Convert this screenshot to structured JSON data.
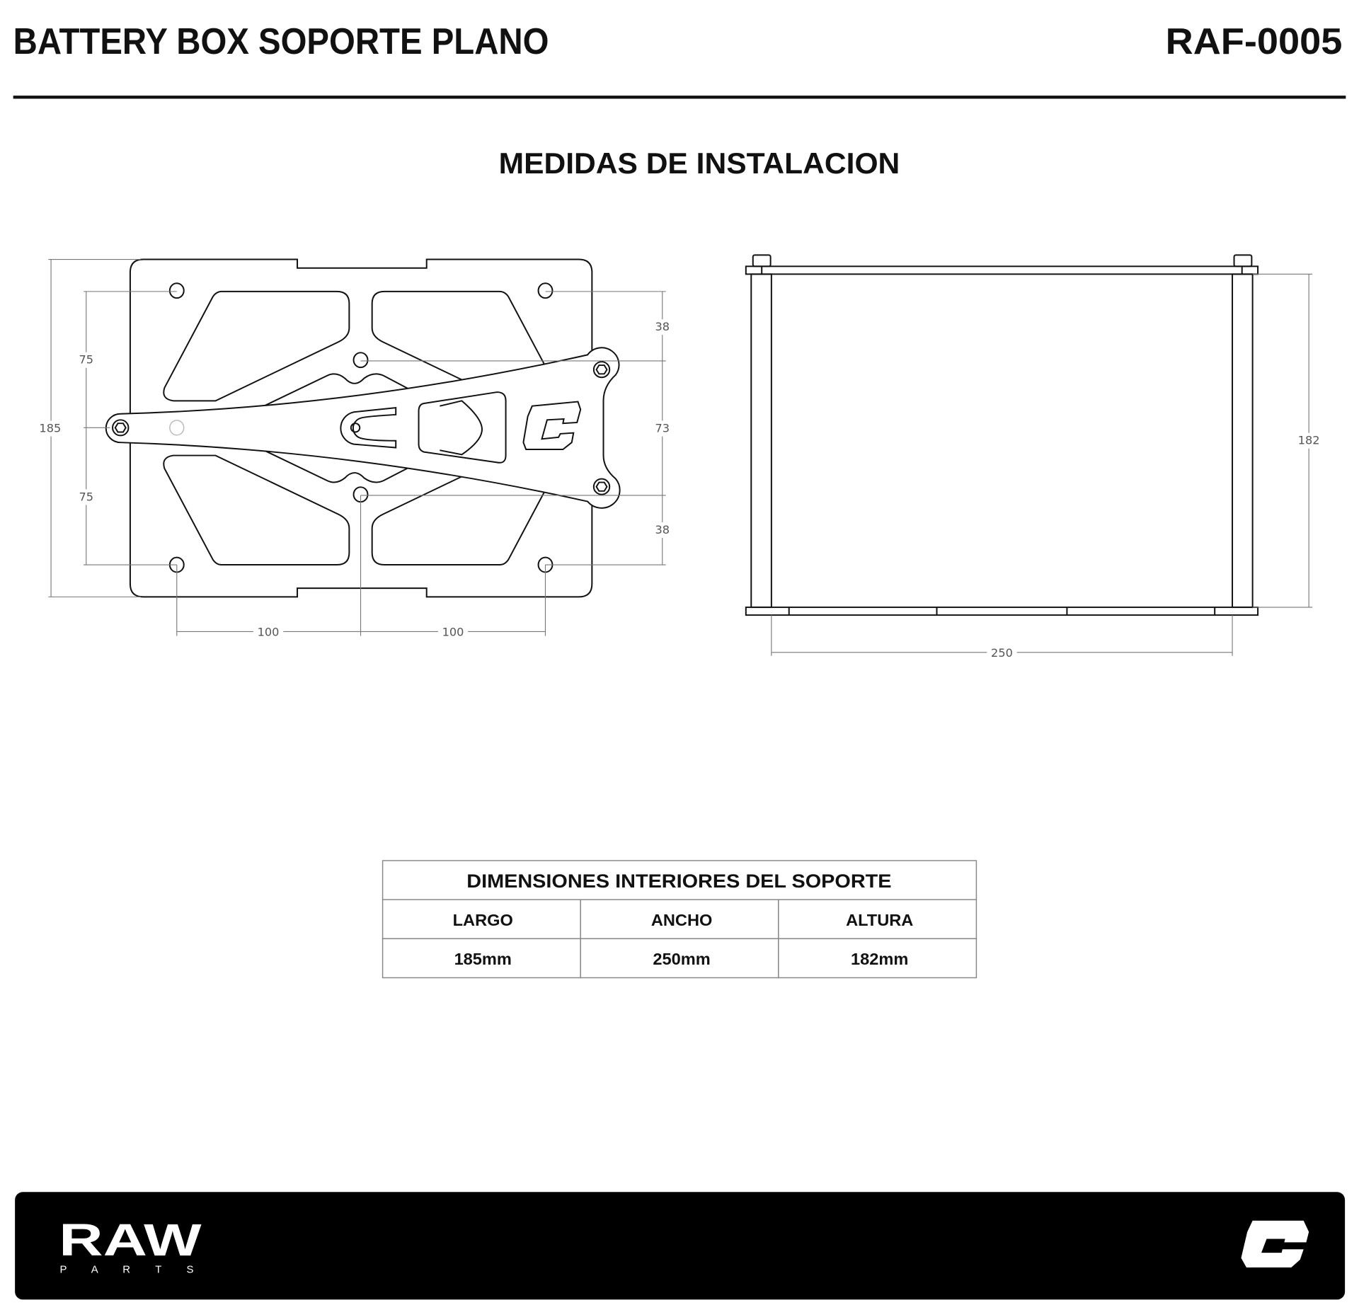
{
  "header": {
    "title": "BATTERY BOX SOPORTE PLANO",
    "code": "RAF-0005"
  },
  "section_title": "MEDIDAS DE INSTALACION",
  "top_view": {
    "dims": {
      "height": "185",
      "left_upper": "75",
      "left_lower": "75",
      "right_upper": "38",
      "right_middle": "73",
      "right_lower": "38",
      "bottom_left": "100",
      "bottom_right": "100"
    }
  },
  "side_view": {
    "dims": {
      "height": "182",
      "width": "250"
    }
  },
  "table": {
    "title": "DIMENSIONES INTERIORES DEL SOPORTE",
    "headers": [
      "LARGO",
      "ANCHO",
      "ALTURA"
    ],
    "values": [
      "185mm",
      "250mm",
      "182mm"
    ]
  },
  "footer": {
    "brand": "RAW",
    "brand_sub": "P A R T S",
    "logo_icon": "c-logo-icon"
  },
  "colors": {
    "text": "#111111",
    "footer_bg": "#000000",
    "dimension": "#777777"
  }
}
